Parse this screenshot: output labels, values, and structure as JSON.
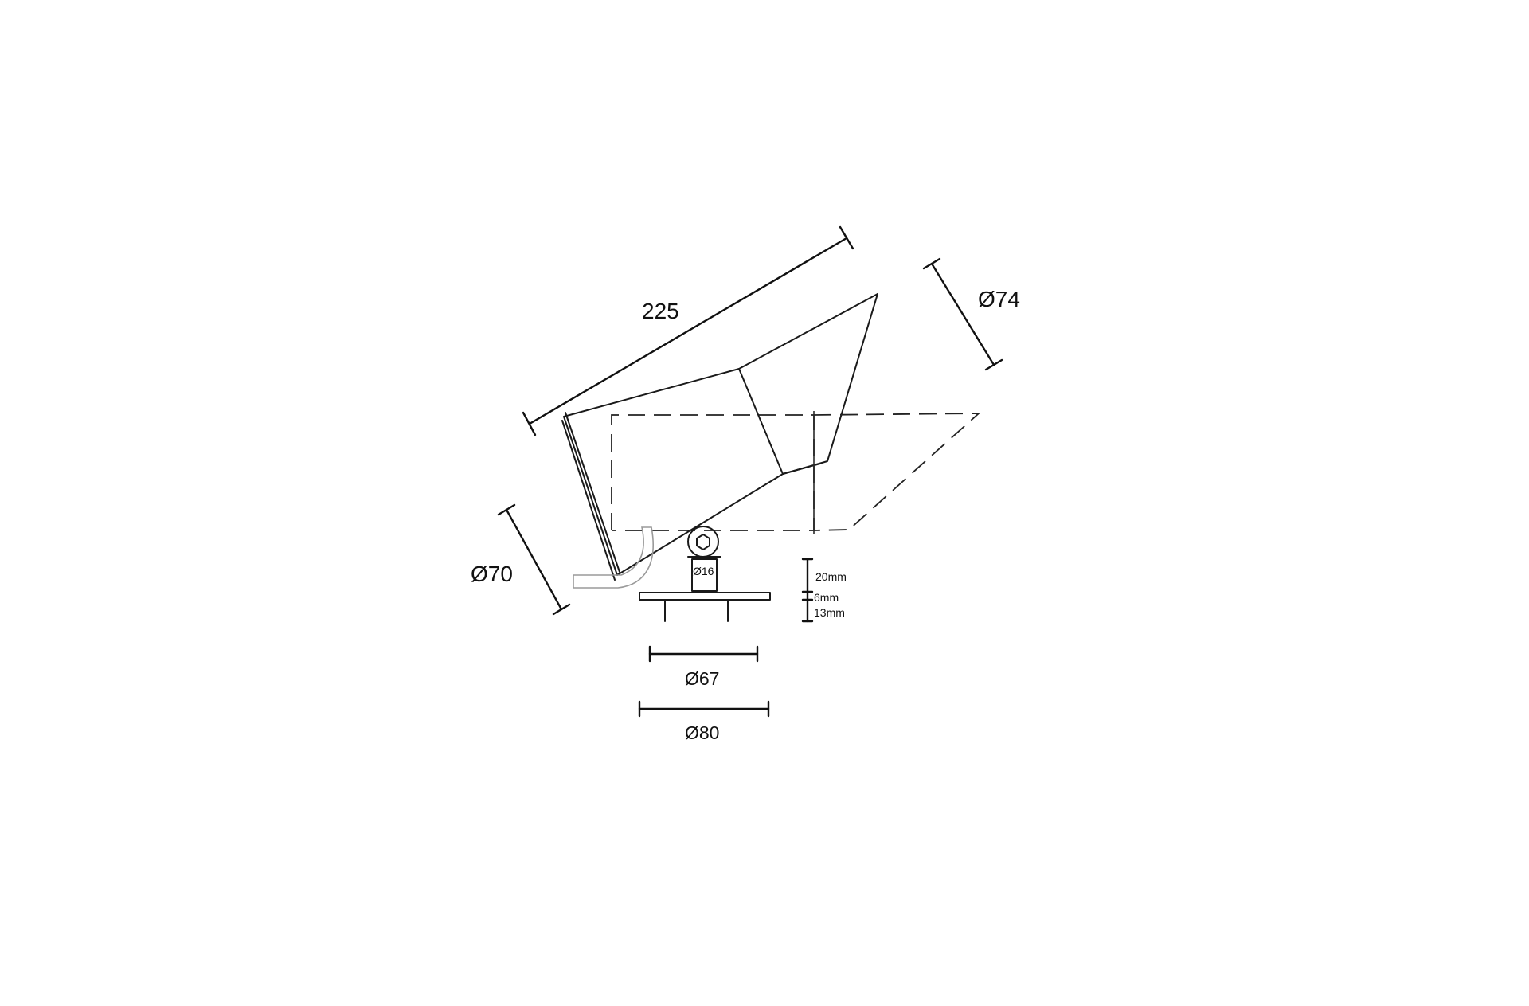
{
  "dimensions": {
    "overall_length": "225",
    "head_diameter": "Ø74",
    "body_diameter": "Ø70",
    "pivot_diameter": "Ø16",
    "base_inner_diameter": "Ø67",
    "base_outer_diameter": "Ø80",
    "stem_height": "20mm",
    "plate_thickness": "6mm",
    "spike_length": "13mm"
  }
}
